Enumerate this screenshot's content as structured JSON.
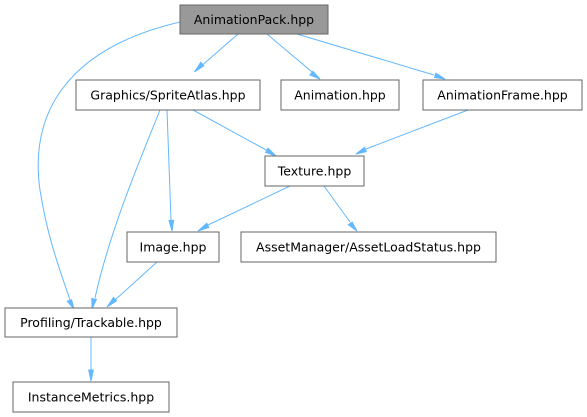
{
  "graph": {
    "colors": {
      "edge": "#63b8ff",
      "root_fill": "#999999",
      "node_border": "#666666"
    },
    "nodes": {
      "animation_pack": {
        "label": "AnimationPack.hpp"
      },
      "sprite_atlas": {
        "label": "Graphics/SpriteAtlas.hpp"
      },
      "animation": {
        "label": "Animation.hpp"
      },
      "animation_frame": {
        "label": "AnimationFrame.hpp"
      },
      "texture": {
        "label": "Texture.hpp"
      },
      "image": {
        "label": "Image.hpp"
      },
      "asset_load_status": {
        "label": "AssetManager/AssetLoadStatus.hpp"
      },
      "trackable": {
        "label": "Profiling/Trackable.hpp"
      },
      "instance_metrics": {
        "label": "InstanceMetrics.hpp"
      }
    },
    "edges": [
      {
        "from": "animation_pack",
        "to": "sprite_atlas"
      },
      {
        "from": "animation_pack",
        "to": "animation"
      },
      {
        "from": "animation_pack",
        "to": "animation_frame"
      },
      {
        "from": "animation_pack",
        "to": "trackable"
      },
      {
        "from": "sprite_atlas",
        "to": "texture"
      },
      {
        "from": "sprite_atlas",
        "to": "image"
      },
      {
        "from": "sprite_atlas",
        "to": "trackable"
      },
      {
        "from": "animation_frame",
        "to": "texture"
      },
      {
        "from": "texture",
        "to": "image"
      },
      {
        "from": "texture",
        "to": "asset_load_status"
      },
      {
        "from": "image",
        "to": "trackable"
      },
      {
        "from": "trackable",
        "to": "instance_metrics"
      }
    ]
  }
}
